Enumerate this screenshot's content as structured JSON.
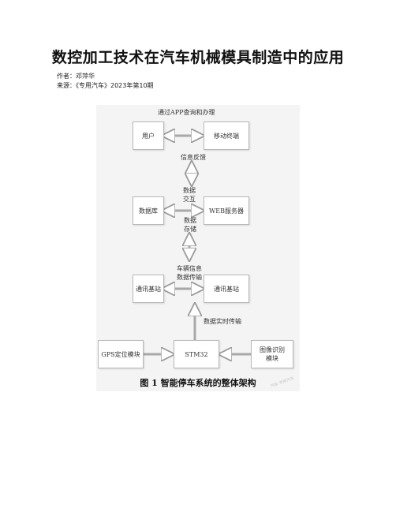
{
  "article": {
    "title": "数控加工技术在汽车机械模具制造中的应用",
    "author": "作者：邓萍华",
    "source": "来源：《专用汽车》2023年第10期"
  },
  "figure": {
    "boxes": {
      "user": "用户",
      "mobile": "移动终端",
      "database": "数据库",
      "web_server": "WEB服务器",
      "station_left": "通讯基站",
      "station_right": "通讯基站",
      "gps": "GPS定位模块",
      "stm32": "STM32",
      "image_recog": "图像识别\n模块"
    },
    "labels": {
      "app_query": "通过APP查询和办理",
      "feedback": "信息反馈",
      "data_exchange": "数据\n交互",
      "data_storage": "数据\n存储",
      "vehicle_info": "车辆信息\n数据传输",
      "realtime": "数据实时传输"
    },
    "caption": "图 1  智能停车系统的整体架构",
    "watermark": "汽车·专用汽车"
  }
}
